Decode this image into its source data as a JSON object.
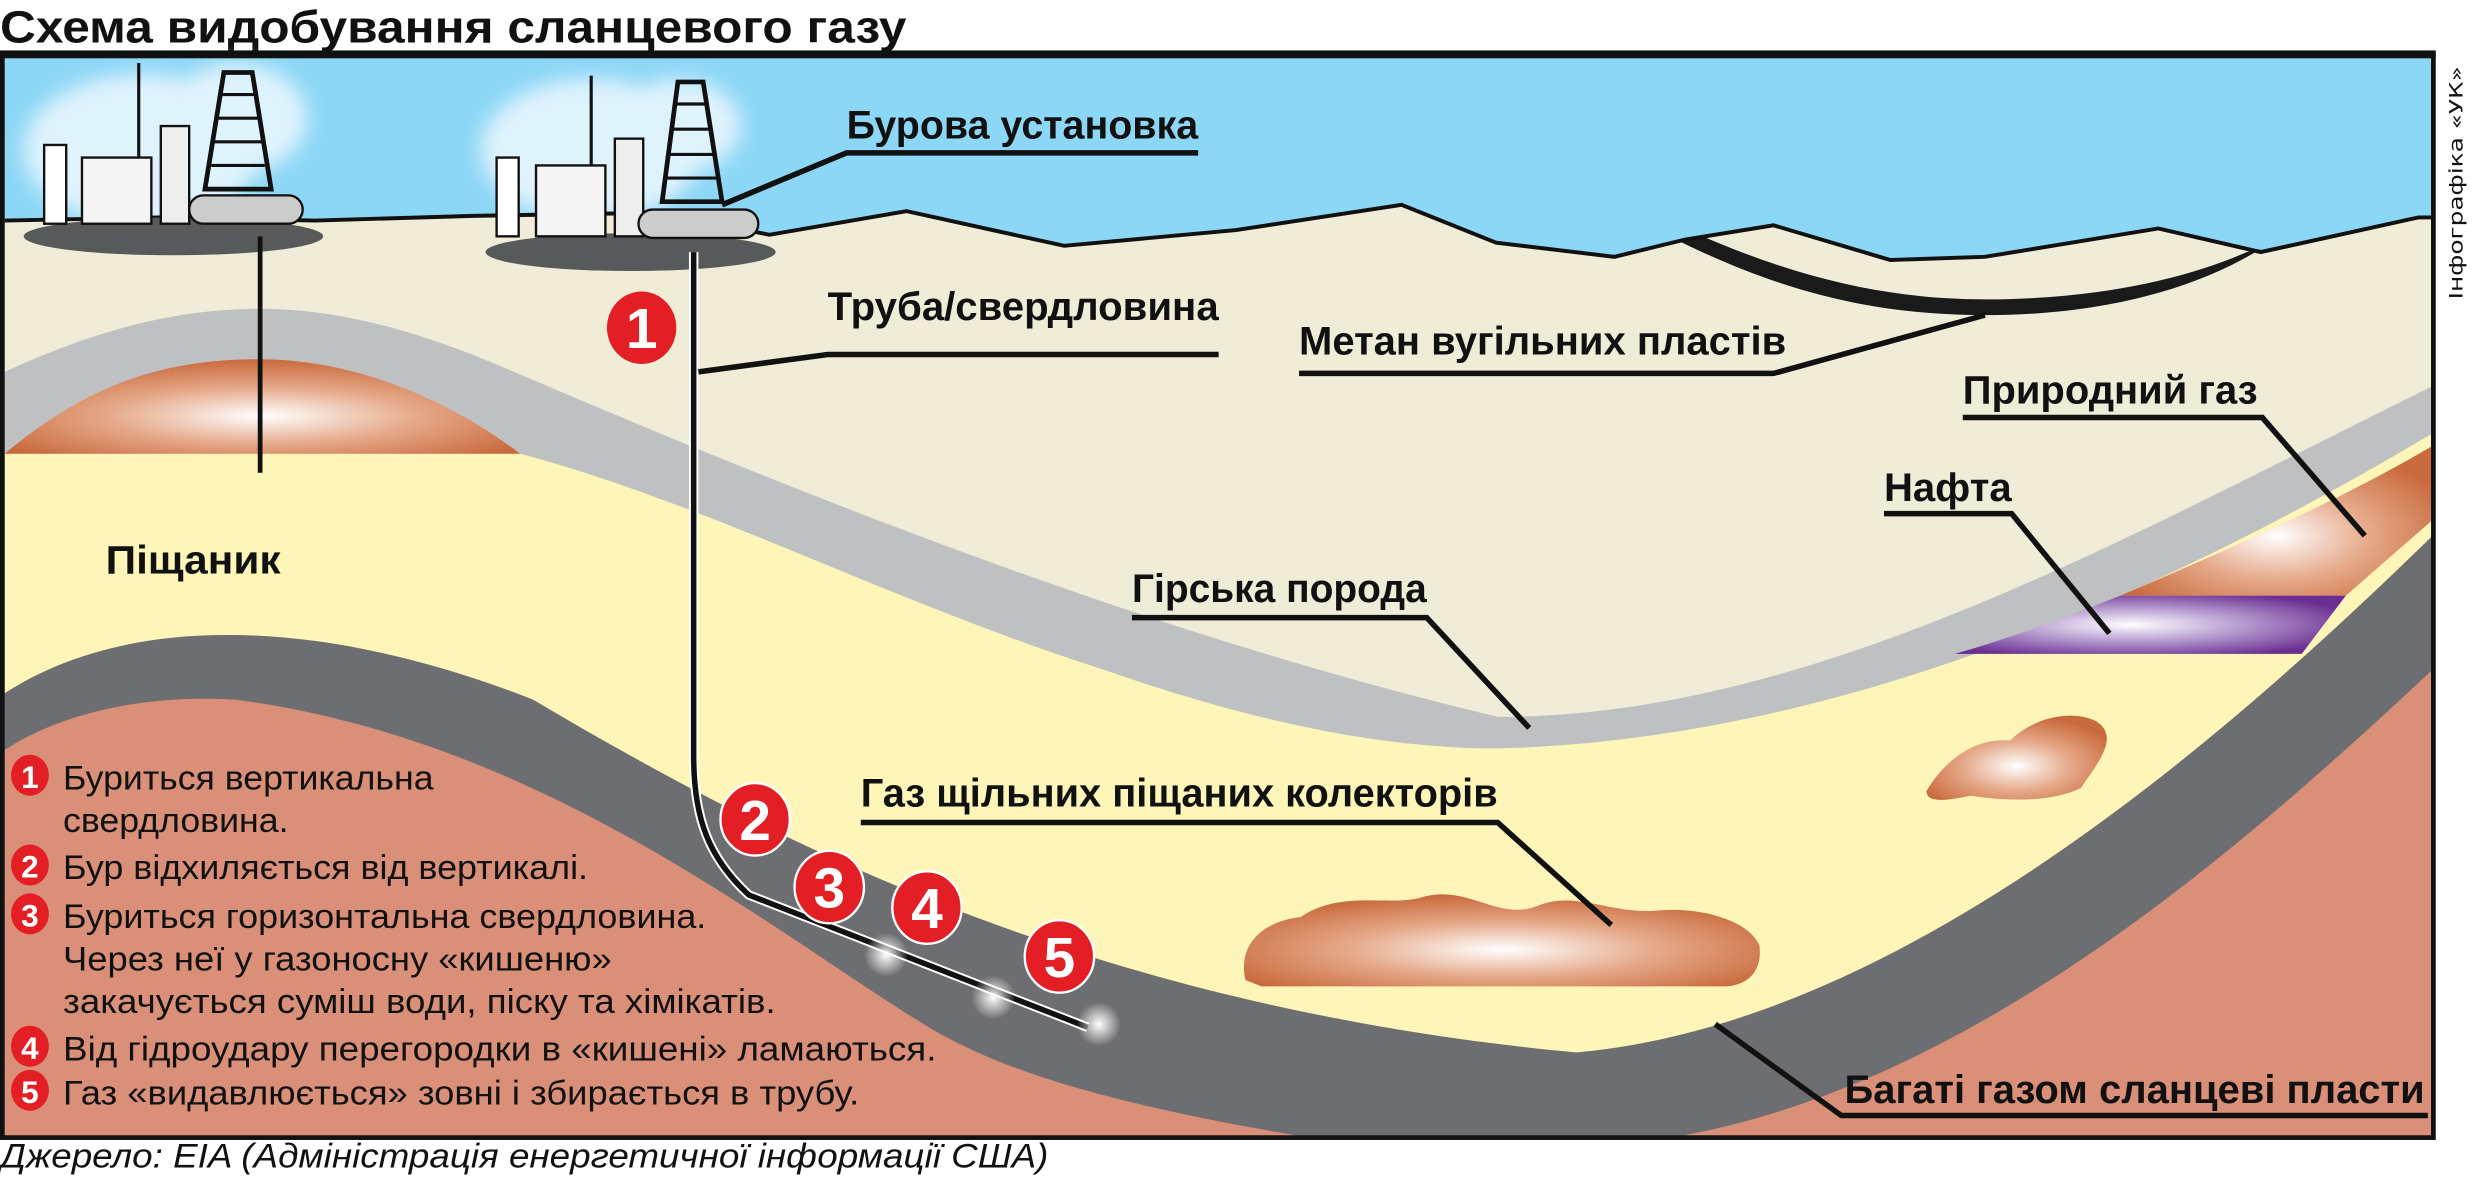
{
  "title": "Схема видобування сланцевого газу",
  "credit": "Інфографіка «УК»",
  "source": "Джерело: EIA (Адміністрація енергетичної інформації США)",
  "labels": {
    "rig": "Бурова установка",
    "pipe": "Труба/свердловина",
    "coalbed_methane": "Метан вугільних пластів",
    "natural_gas": "Природний газ",
    "oil": "Нафта",
    "rock": "Гірська порода",
    "tight_gas": "Газ щільних піщаних колекторів",
    "sandstone": "Піщаник",
    "shale": "Багаті газом сланцеві пласти"
  },
  "step_markers": [
    "1",
    "2",
    "3",
    "4",
    "5"
  ],
  "legend": [
    {
      "num": "1",
      "lines": [
        "Буриться вертикальна",
        "свердловина."
      ]
    },
    {
      "num": "2",
      "lines": [
        "Бур відхиляється від вертикалі."
      ]
    },
    {
      "num": "3",
      "lines": [
        "Буриться горизонтальна свердловина.",
        "Через неї у газоносну «кишеню»",
        "закачується суміш води, піску та хімікатів."
      ]
    },
    {
      "num": "4",
      "lines": [
        "Від гідроудару перегородки в «кишені» ламаються."
      ]
    },
    {
      "num": "5",
      "lines": [
        "Газ «видавлюється» зовні і збирається в трубу."
      ]
    }
  ],
  "colors": {
    "sky": "#8dd7f6",
    "ground": "#efecd8",
    "rock": "#bfc0c2",
    "sandstone": "#fdf6b8",
    "shale": "#6d6e71",
    "deep": "#d98f78",
    "gas": "#c96a3c",
    "oil": "#6a2d91",
    "marker": "#e31e24"
  }
}
